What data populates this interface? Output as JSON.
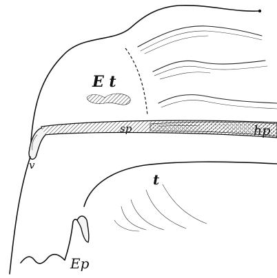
{
  "labels": {
    "Et": "E t",
    "sp": "sp",
    "hp": "hp",
    "v": "v",
    "t": "t",
    "Ep": "Ep"
  },
  "colors": {
    "ink": "#111111",
    "paper": "#ffffff"
  }
}
